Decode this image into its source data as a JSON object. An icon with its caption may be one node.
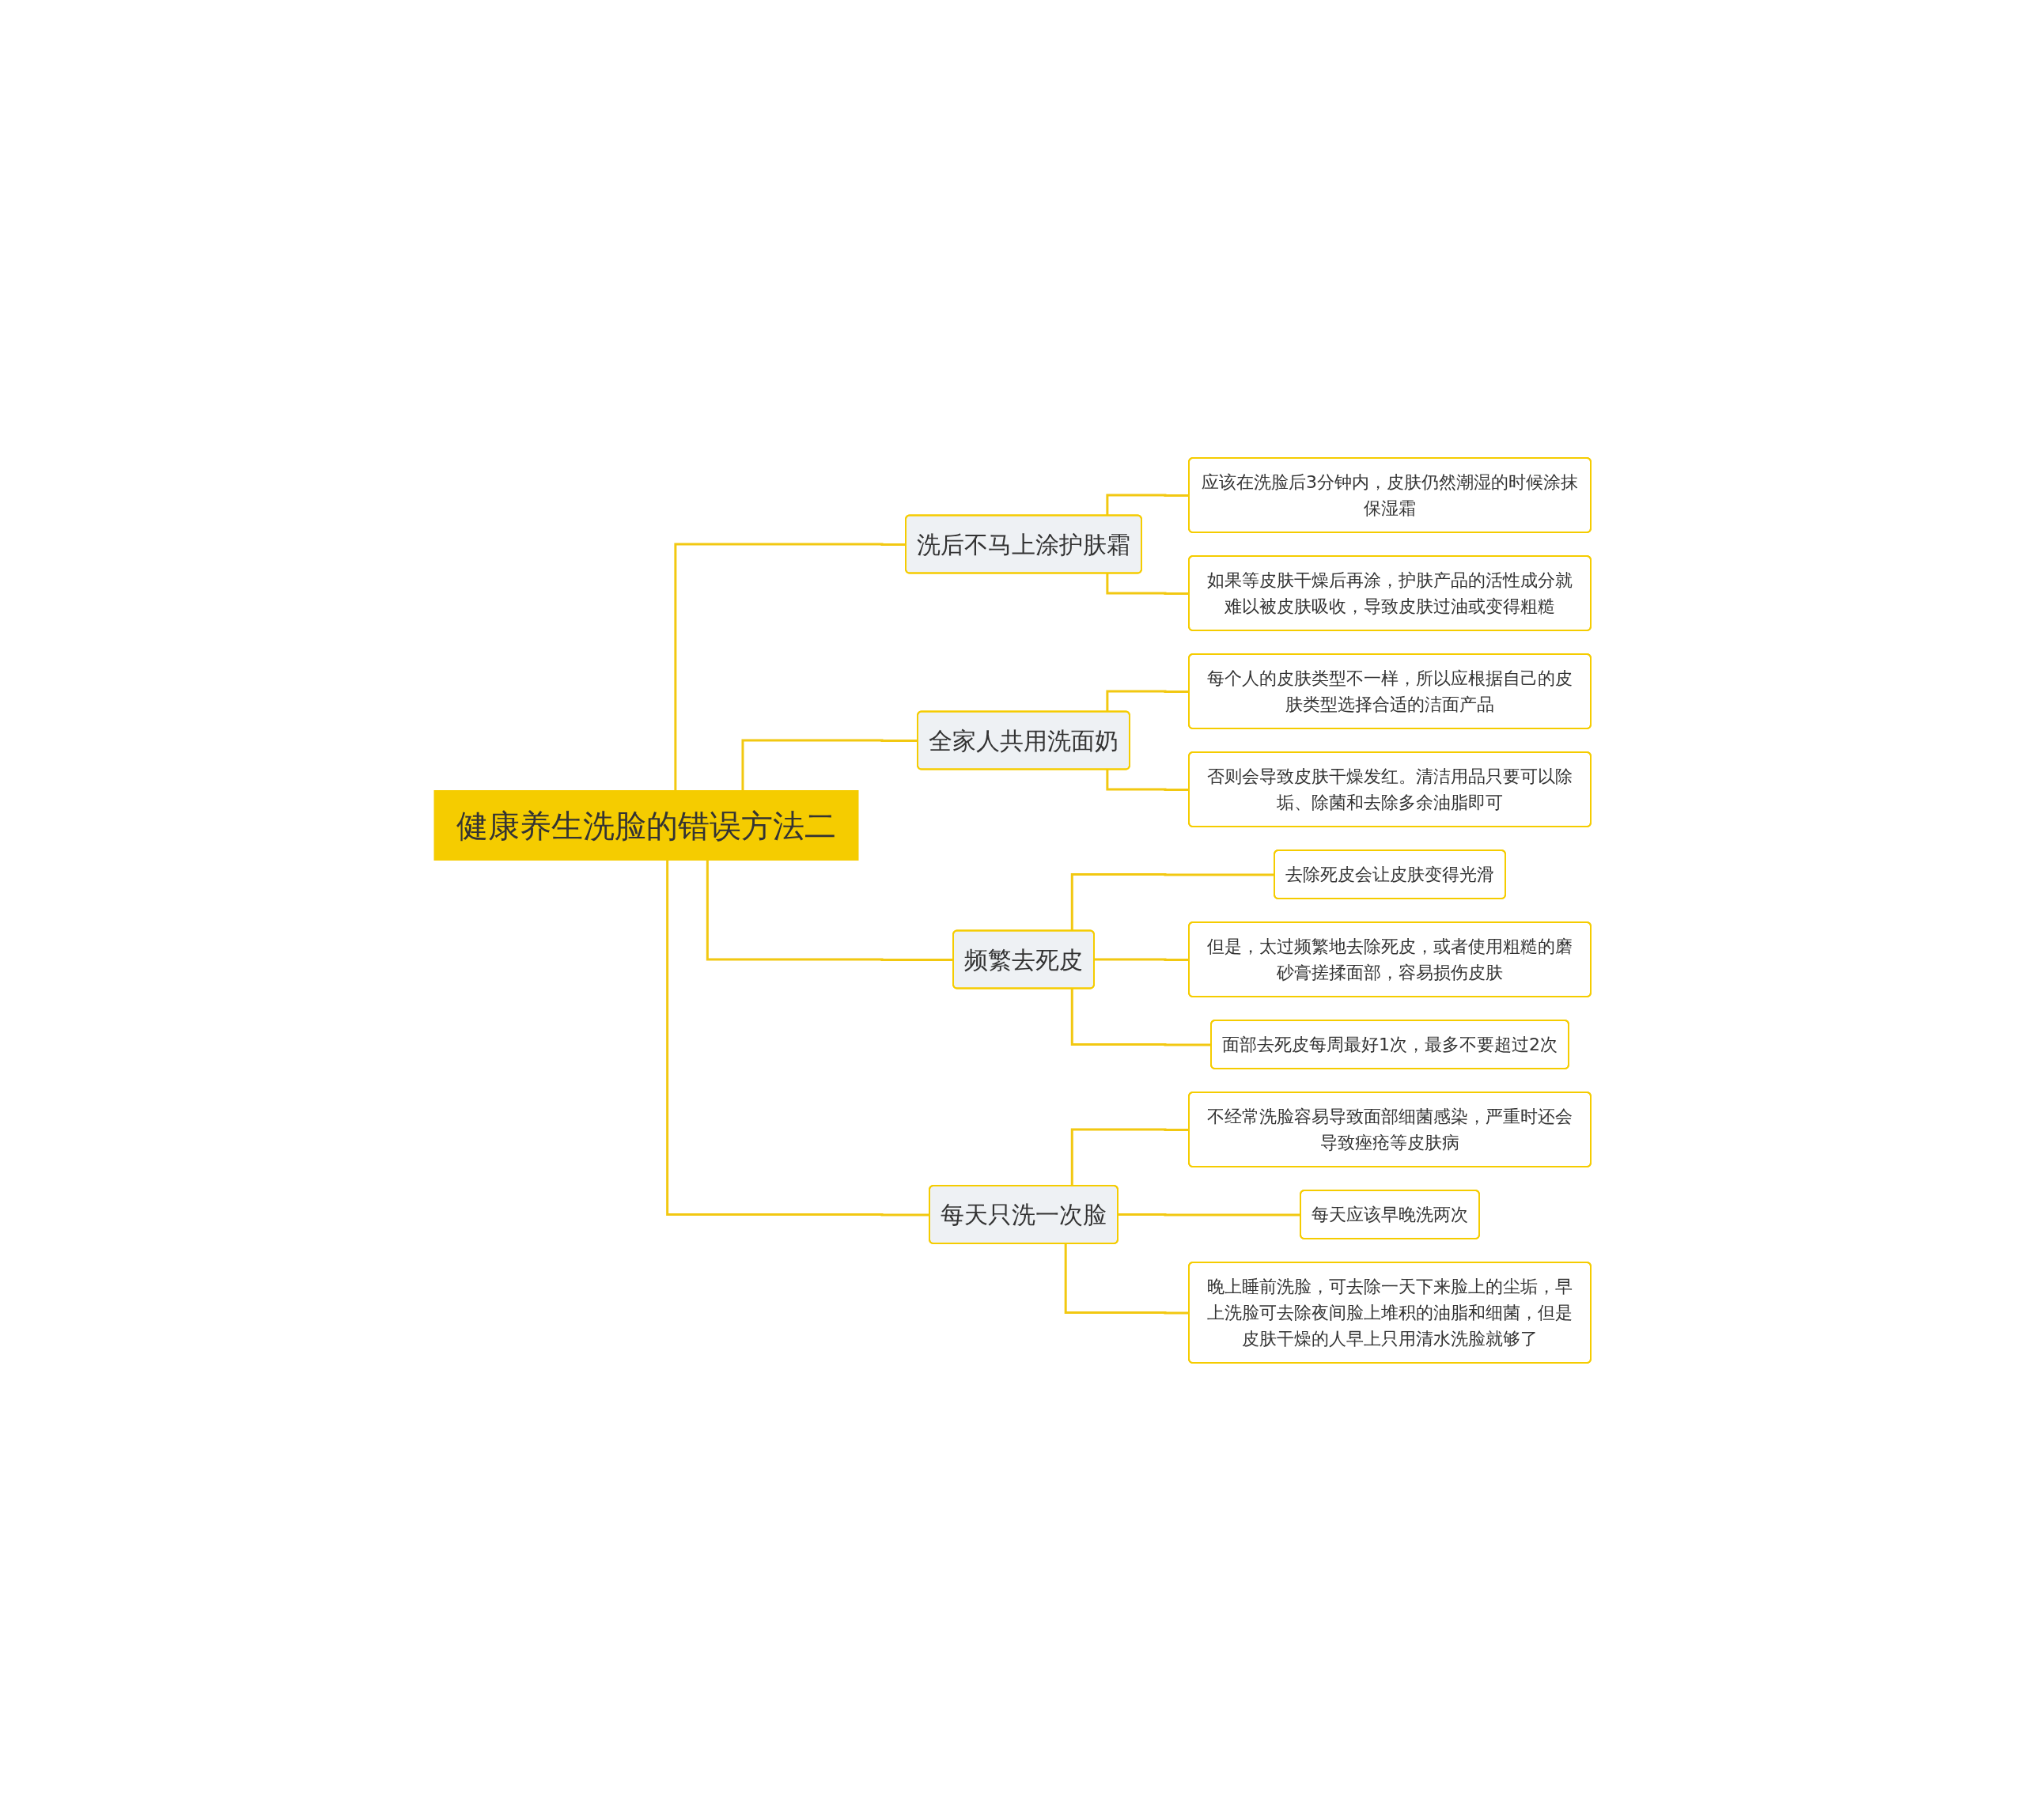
{
  "diagram": {
    "nodes": [
      {
        "text": [
          "健康养生洗脸的错误方法二"
        ]
      },
      {
        "text": [
          "洗后不马上涂护肤霜"
        ]
      },
      {
        "text": [
          "应该在洗脸后3分钟内，皮肤仍然潮湿的时候涂抹保湿霜"
        ]
      },
      {
        "text": [
          "如果等皮肤干燥后再涂，护肤产品的活性成分就难以被皮肤吸收，导致皮肤过油或变得粗糙"
        ]
      },
      {
        "text": [
          "全家人共用洗面奶"
        ]
      },
      {
        "text": [
          "每个人的皮肤类型不一样，所以应根据自己的皮肤类型选择合适的洁面产品"
        ]
      },
      {
        "text": [
          "否则会导致皮肤干燥发红。清洁用品只要可以除垢、除菌和去除多余油脂即可"
        ]
      },
      {
        "text": [
          "频繁去死皮"
        ]
      },
      {
        "text": [
          "去除死皮会让皮肤变得光滑"
        ]
      },
      {
        "text": [
          "但是，太过频繁地去除死皮，或者使用粗糙的磨砂膏搓揉面部，容易损伤皮肤"
        ]
      },
      {
        "text": [
          "面部去死皮每周最好1次，最多不要超过2次"
        ]
      },
      {
        "text": [
          "每天只洗一次脸"
        ]
      },
      {
        "text": [
          "不经常洗脸容易导致面部细菌感染，严重时还会导致痤疮等皮肤病"
        ]
      },
      {
        "text": [
          "每天应该早晚洗两次"
        ]
      },
      {
        "text": [
          "晚上睡前洗脸，可去除一天下来脸上的尘垢，早上洗脸可去除夜间脸上堆积的油脂和细菌，但是皮肤干燥的人早上只用清水洗脸就够了"
        ]
      }
    ],
    "edges": [
      {
        "from": 0,
        "to": 1,
        "arrow": "none"
      },
      {
        "from": 1,
        "to": 2,
        "arrow": "none"
      },
      {
        "from": 1,
        "to": 3,
        "arrow": "none"
      },
      {
        "from": 0,
        "to": 4,
        "arrow": "none"
      },
      {
        "from": 4,
        "to": 5,
        "arrow": "none"
      },
      {
        "from": 4,
        "to": 6,
        "arrow": "none"
      },
      {
        "from": 0,
        "to": 7,
        "arrow": "none"
      },
      {
        "from": 7,
        "to": 8,
        "arrow": "none"
      },
      {
        "from": 7,
        "to": 9,
        "arrow": "none"
      },
      {
        "from": 7,
        "to": 10,
        "arrow": "none"
      },
      {
        "from": 0,
        "to": 11,
        "arrow": "none"
      },
      {
        "from": 11,
        "to": 12,
        "arrow": "none"
      },
      {
        "from": 11,
        "to": 13,
        "arrow": "none"
      },
      {
        "from": 11,
        "to": 14,
        "arrow": "none"
      }
    ]
  }
}
